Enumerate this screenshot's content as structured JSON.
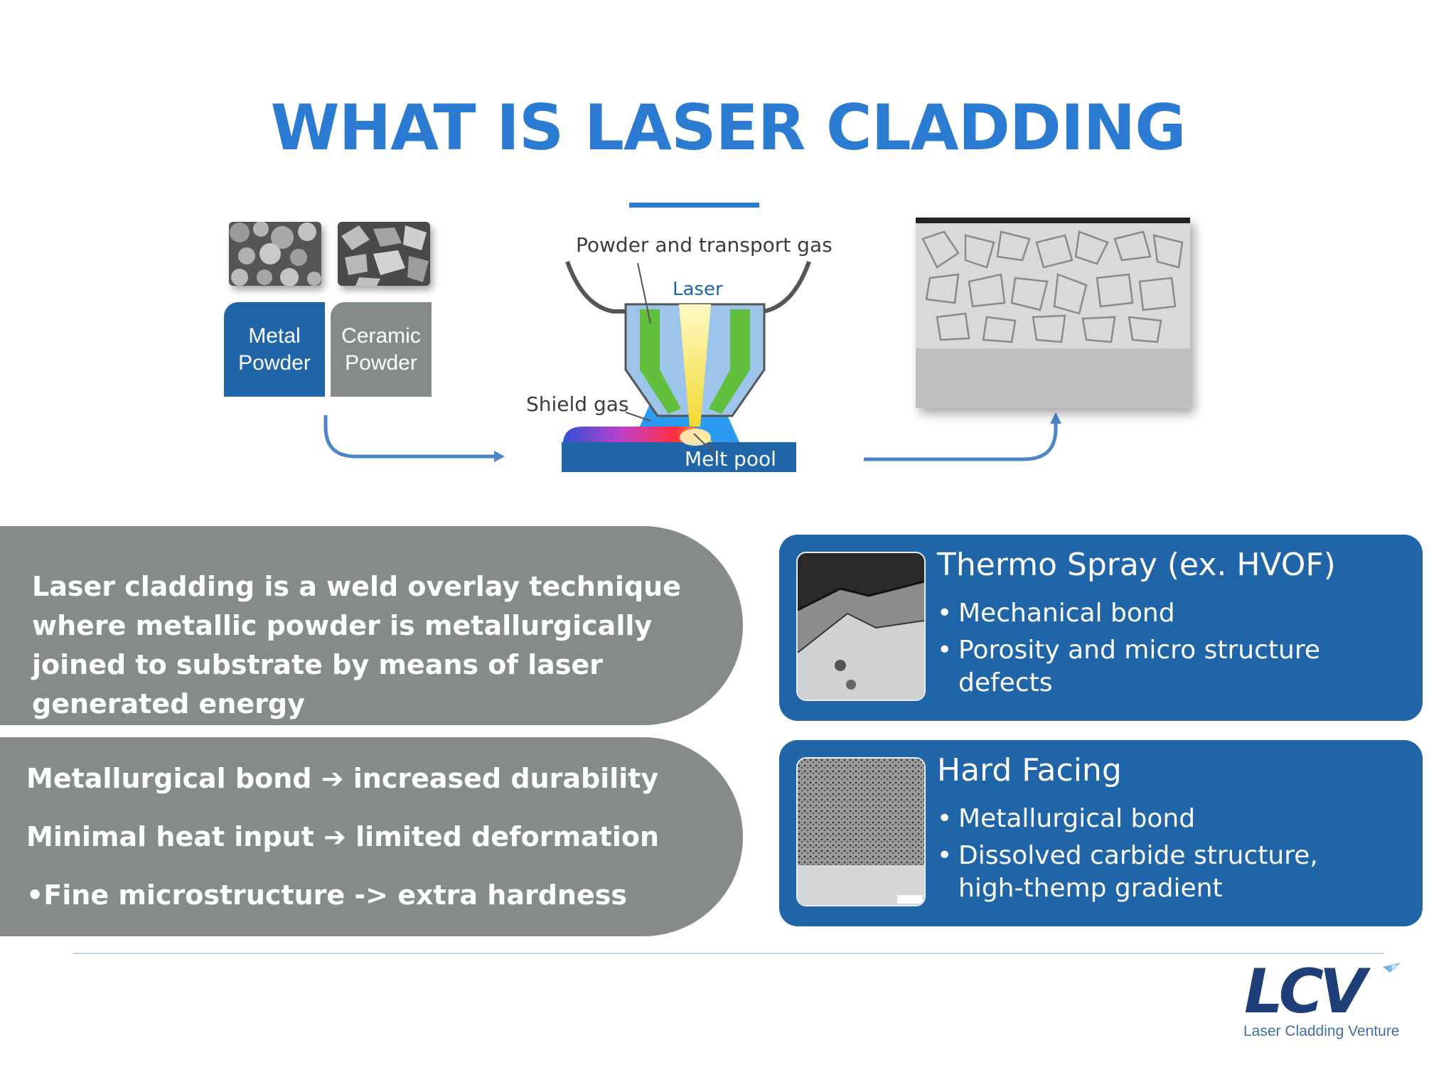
{
  "title": "WHAT IS LASER CLADDING",
  "diagram": {
    "metal_powder_label": "Metal\nPowder",
    "ceramic_powder_label": "Ceramic\nPowder",
    "powder_gas_label": "Powder and transport gas",
    "laser_label": "Laser",
    "shield_gas_label": "Shield gas",
    "melt_pool_label": "Melt pool"
  },
  "definition_text": "Laser cladding is a weld overlay technique where metallic powder is metallurgically joined to substrate by means of laser generated energy",
  "benefits": [
    "Metallurgical bond ➔ increased durability",
    "Minimal heat input ➔ limited deformation",
    "•Fine microstructure -> extra hardness"
  ],
  "comparisons": [
    {
      "title": "Thermo Spray (ex. HVOF)",
      "bullets": [
        "Mechanical bond",
        "Porosity and micro structure defects"
      ]
    },
    {
      "title": "Hard Facing",
      "bullets": [
        "Metallurgical bond",
        "Dissolved carbide structure, high-themp gradient"
      ]
    }
  ],
  "logo": {
    "mark": "LCV",
    "tagline": "Laser Cladding Venture"
  },
  "colors": {
    "accent": "#2a7bd1",
    "card_blue": "#1f65a8",
    "pill_gray": "#858b8b",
    "laser_yellow": "#f2d930",
    "powder_green": "#5cbf2a"
  }
}
